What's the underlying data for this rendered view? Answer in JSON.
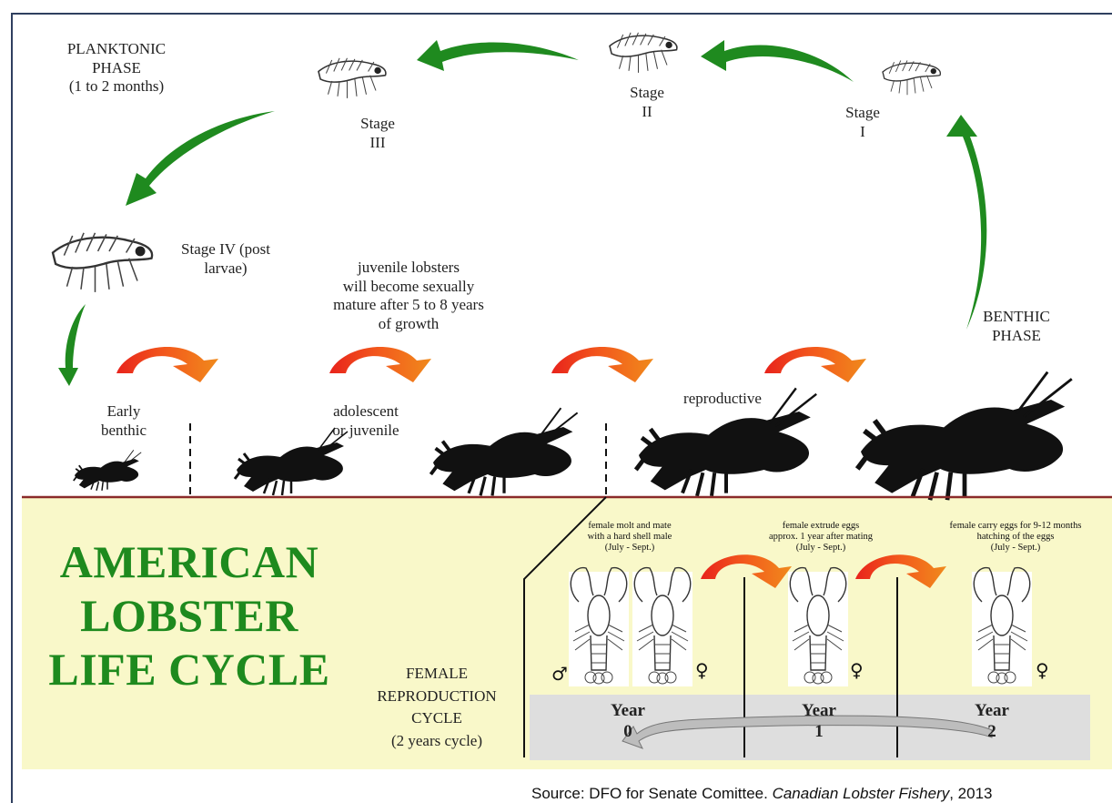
{
  "phases": {
    "planktonic": "PLANKTONIC\nPHASE\n(1 to 2 months)",
    "benthic": "BENTHIC\nPHASE"
  },
  "larval_stages": {
    "stage_1": "Stage\nI",
    "stage_2": "Stage\nII",
    "stage_3": "Stage\nIII",
    "stage_4": "Stage IV (post\nlarvae)"
  },
  "growth_note": "juvenile lobsters\nwill become sexually\nmature after 5 to 8 years\nof growth",
  "benthic_stages": {
    "early": "Early\nbenthic",
    "adolescent": "adolescent\nor juvenile",
    "reproductive": "reproductive"
  },
  "title_lines": [
    "AMERICAN",
    "LOBSTER",
    "LIFE CYCLE"
  ],
  "reproduction_cycle": {
    "label": "FEMALE\nREPRODUCTION\nCYCLE\n(2 years cycle)",
    "notes": [
      "female molt and mate\nwith a hard shell male\n(July - Sept.)",
      "female extrude eggs\napprox. 1 year after mating\n(July - Sept.)",
      "female carry eggs for 9-12 months\nhatching of the eggs\n(July - Sept.)"
    ],
    "years": [
      {
        "label": "Year",
        "number": "0"
      },
      {
        "label": "Year",
        "number": "1"
      },
      {
        "label": "Year",
        "number": "2"
      }
    ],
    "symbols": {
      "male": "♂",
      "female": "♀"
    }
  },
  "source": {
    "prefix": "Source: DFO for Senate Comittee. ",
    "title": "Canadian Lobster Fishery",
    "suffix": ", 2013"
  },
  "colors": {
    "arrow_green": "#1f8a1f",
    "arrow_red": "#e8231c",
    "arrow_orange": "#f08a1c",
    "ground_line": "#8b2a2a",
    "panel_yellow": "#f9f8c9",
    "title_green": "#1e8a1e"
  }
}
